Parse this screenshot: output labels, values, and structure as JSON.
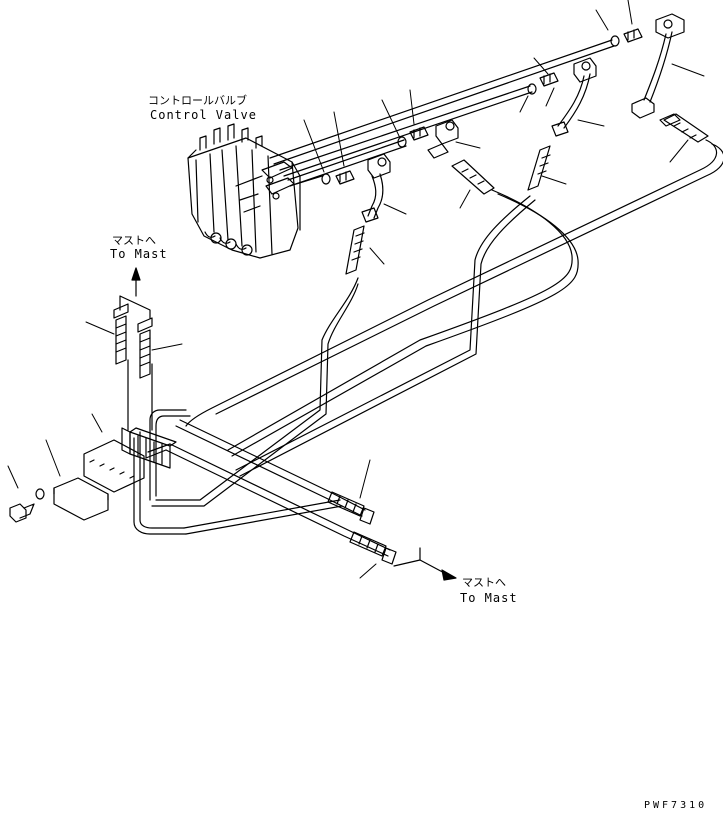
{
  "labels": {
    "control_valve_jp": "コントロールバルブ",
    "control_valve_en": "Control Valve",
    "to_mast_top_jp": "マストへ",
    "to_mast_top_en": "To Mast",
    "to_mast_bottom_jp": "マストへ",
    "to_mast_bottom_en": "To Mast",
    "drawing_code": "PWF7310"
  },
  "colors": {
    "line": "#000000",
    "background": "#ffffff"
  }
}
